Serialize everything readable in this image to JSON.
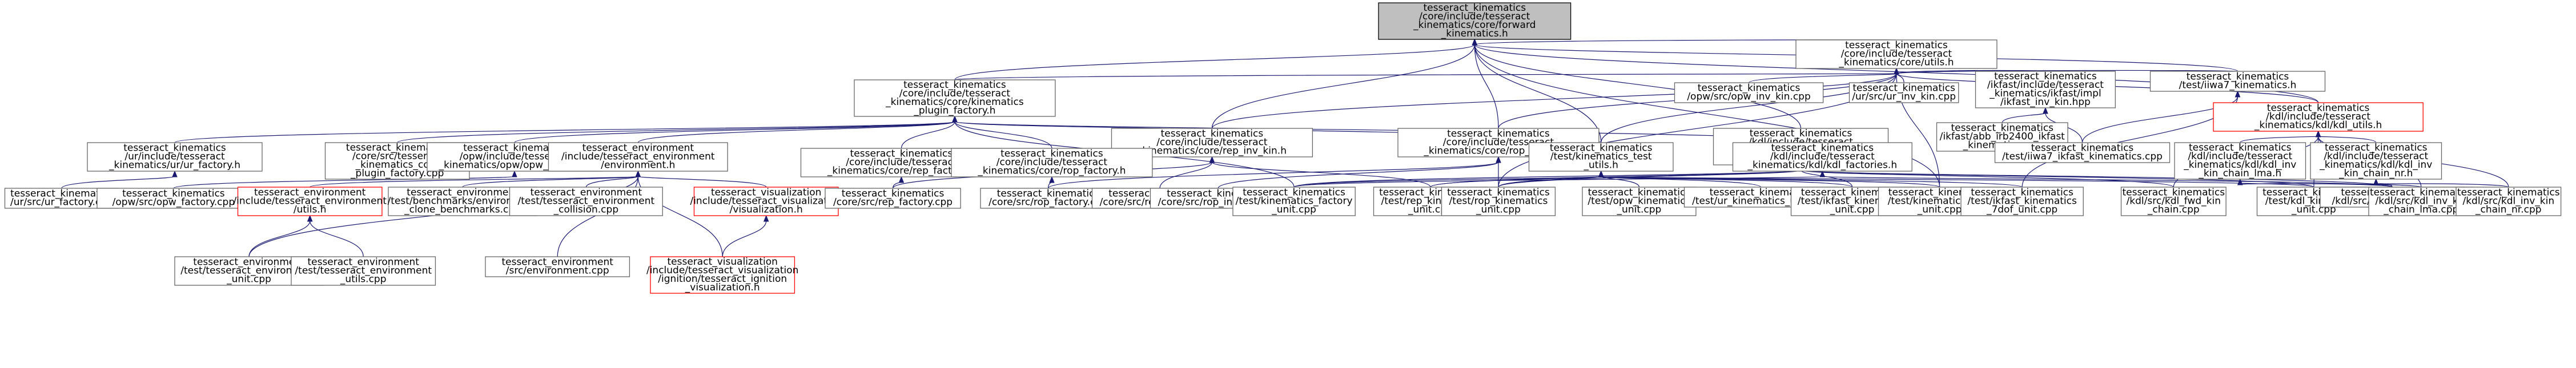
{
  "colors": {
    "edge": "#191970",
    "node_border": "#666666",
    "root_fill": "#bfbfbf",
    "highlight_border": "#ff0000"
  },
  "nodes": [
    {
      "id": "n0",
      "lines": [
        "tesseract_kinematics",
        "/core/include/tesseract",
        "_kinematics/core/forward",
        "_kinematics.h"
      ],
      "style": "root"
    },
    {
      "id": "n1",
      "lines": [
        "tesseract_kinematics",
        "/core/include/tesseract",
        "_kinematics/core/utils.h"
      ]
    },
    {
      "id": "n2",
      "lines": [
        "tesseract_kinematics",
        "/core/include/tesseract",
        "_kinematics/core/kinematics",
        "_plugin_factory.h"
      ]
    },
    {
      "id": "n3",
      "lines": [
        "tesseract_kinematics",
        "/core/include/tesseract",
        "_kinematics/core/rep_inv_kin.h"
      ]
    },
    {
      "id": "n4",
      "lines": [
        "tesseract_kinematics",
        "/core/include/tesseract",
        "_kinematics/core/rop_inv_kin.h"
      ]
    },
    {
      "id": "n5",
      "lines": [
        "tesseract_kinematics",
        "/kdl/include/tesseract",
        "_kinematics/kdl/kdl_fwd",
        "_kin_chain.h"
      ]
    },
    {
      "id": "n6",
      "lines": [
        "tesseract_kinematics",
        "/kdl/include/tesseract",
        "_kinematics/kdl/kdl_utils.h"
      ],
      "style": "red"
    },
    {
      "id": "n7",
      "lines": [
        "tesseract_kinematics",
        "/test/iiwa7_kinematics.h"
      ]
    },
    {
      "id": "n8",
      "lines": [
        "tesseract_kinematics",
        "/ikfast/include/tesseract",
        "_kinematics/ikfast/impl",
        "/ikfast_inv_kin.hpp"
      ]
    },
    {
      "id": "n9",
      "lines": [
        "tesseract_kinematics",
        "/opw/src/opw_inv_kin.cpp"
      ]
    },
    {
      "id": "n10",
      "lines": [
        "tesseract_kinematics",
        "/ur/src/ur_inv_kin.cpp"
      ]
    },
    {
      "id": "n11",
      "lines": [
        "tesseract_kinematics",
        "/ur/include/tesseract",
        "_kinematics/ur/ur_factory.h"
      ]
    },
    {
      "id": "n12",
      "lines": [
        "tesseract_kinematics",
        "/core/src/tesseract",
        "_kinematics_core",
        "_plugin_factory.cpp"
      ]
    },
    {
      "id": "n13",
      "lines": [
        "tesseract_kinematics",
        "/opw/include/tesseract",
        "_kinematics/opw/opw_factory.h"
      ]
    },
    {
      "id": "n14",
      "lines": [
        "tesseract_environment",
        "/include/tesseract_environment",
        "/environment.h"
      ]
    },
    {
      "id": "n15",
      "lines": [
        "tesseract_kinematics",
        "/core/include/tesseract",
        "_kinematics/core/rep_factory.h"
      ]
    },
    {
      "id": "n16",
      "lines": [
        "tesseract_kinematics",
        "/core/include/tesseract",
        "_kinematics/core/rop_factory.h"
      ]
    },
    {
      "id": "n17",
      "lines": [
        "tesseract_kinematics",
        "/test/kinematics_test",
        "_utils.h"
      ]
    },
    {
      "id": "n18",
      "lines": [
        "tesseract_kinematics",
        "/kdl/include/tesseract",
        "_kinematics/kdl/kdl_factories.h"
      ]
    },
    {
      "id": "n19",
      "lines": [
        "tesseract_kinematics",
        "/ur/src/ur_factory.cpp"
      ]
    },
    {
      "id": "n20",
      "lines": [
        "tesseract_kinematics",
        "/opw/src/opw_factory.cpp"
      ]
    },
    {
      "id": "n21",
      "lines": [
        "tesseract_environment",
        "/include/tesseract_environment",
        "/utils.h"
      ],
      "style": "red"
    },
    {
      "id": "n22",
      "lines": [
        "tesseract_environment",
        "/test/benchmarks/environment",
        "_clone_benchmarks.cpp"
      ]
    },
    {
      "id": "n23",
      "lines": [
        "tesseract_environment",
        "/test/tesseract_environment",
        "_collision.cpp"
      ]
    },
    {
      "id": "n24",
      "lines": [
        "tesseract_visualization",
        "/include/tesseract_visualization",
        "/visualization.h"
      ],
      "style": "red"
    },
    {
      "id": "n25",
      "lines": [
        "tesseract_kinematics",
        "/core/src/rep_factory.cpp"
      ]
    },
    {
      "id": "n26",
      "lines": [
        "tesseract_kinematics",
        "/core/src/rop_factory.cpp"
      ]
    },
    {
      "id": "n27",
      "lines": [
        "tesseract_kinematics",
        "/core/src/rep_inv_kin.cpp"
      ]
    },
    {
      "id": "n28",
      "lines": [
        "tesseract_kinematics",
        "/core/src/rop_inv_kin.cpp"
      ]
    },
    {
      "id": "n29",
      "lines": [
        "tesseract_kinematics",
        "/test/kinematics_factory",
        "_unit.cpp"
      ]
    },
    {
      "id": "n30",
      "lines": [
        "tesseract_kinematics",
        "/test/rep_kinematics",
        "_unit.cpp"
      ]
    },
    {
      "id": "n31",
      "lines": [
        "tesseract_kinematics",
        "/test/rop_kinematics",
        "_unit.cpp"
      ]
    },
    {
      "id": "n32",
      "lines": [
        "tesseract_kinematics",
        "/test/opw_kinematics",
        "_unit.cpp"
      ]
    },
    {
      "id": "n33",
      "lines": [
        "tesseract_kinematics",
        "/test/ur_kinematics_unit.cpp"
      ]
    },
    {
      "id": "n34",
      "lines": [
        "tesseract_kinematics",
        "/test/ikfast_kinematics",
        "_unit.cpp"
      ]
    },
    {
      "id": "n35",
      "lines": [
        "tesseract_kinematics",
        "/test/kinematics_core",
        "_unit.cpp"
      ]
    },
    {
      "id": "n36",
      "lines": [
        "tesseract_kinematics",
        "/test/ikfast_kinematics",
        "_7dof_unit.cpp"
      ]
    },
    {
      "id": "n37",
      "lines": [
        "tesseract_kinematics",
        "/kdl/src/kdl_fwd_kin",
        "_chain.cpp"
      ]
    },
    {
      "id": "n38",
      "lines": [
        "tesseract_kinematics",
        "/test/kdl_kinematics",
        "_unit.cpp"
      ]
    },
    {
      "id": "n39",
      "lines": [
        "tesseract_kinematics",
        "/kdl/src/kdl_factories.cpp"
      ]
    },
    {
      "id": "n40",
      "lines": [
        "tesseract_kinematics",
        "/kdl/src/kdl_inv_kin",
        "_chain_lma.cpp"
      ]
    },
    {
      "id": "n41",
      "lines": [
        "tesseract_kinematics",
        "/kdl/src/kdl_inv_kin",
        "_chain_nr.cpp"
      ]
    },
    {
      "id": "n42",
      "lines": [
        "tesseract_kinematics",
        "/ikfast/abb_irb2400_ikfast",
        "_kinematics.cpp"
      ]
    },
    {
      "id": "n43",
      "lines": [
        "tesseract_kinematics",
        "/test/iiwa7_ikfast_kinematics.cpp"
      ]
    },
    {
      "id": "n44",
      "lines": [
        "tesseract_kinematics",
        "/kdl/include/tesseract",
        "_kinematics/kdl/kdl_inv",
        "_kin_chain_lma.h"
      ]
    },
    {
      "id": "n45",
      "lines": [
        "tesseract_kinematics",
        "/kdl/include/tesseract",
        "_kinematics/kdl/kdl_inv",
        "_kin_chain_nr.h"
      ]
    },
    {
      "id": "n46",
      "lines": [
        "tesseract_environment",
        "/test/tesseract_environment",
        "_unit.cpp"
      ]
    },
    {
      "id": "n47",
      "lines": [
        "tesseract_environment",
        "/test/tesseract_environment",
        "_utils.cpp"
      ]
    },
    {
      "id": "n48",
      "lines": [
        "tesseract_environment",
        "/src/environment.cpp"
      ]
    },
    {
      "id": "n49",
      "lines": [
        "tesseract_visualization",
        "/include/tesseract_visualization",
        "/ignition/tesseract_ignition",
        "_visualization.h"
      ],
      "style": "red"
    }
  ]
}
